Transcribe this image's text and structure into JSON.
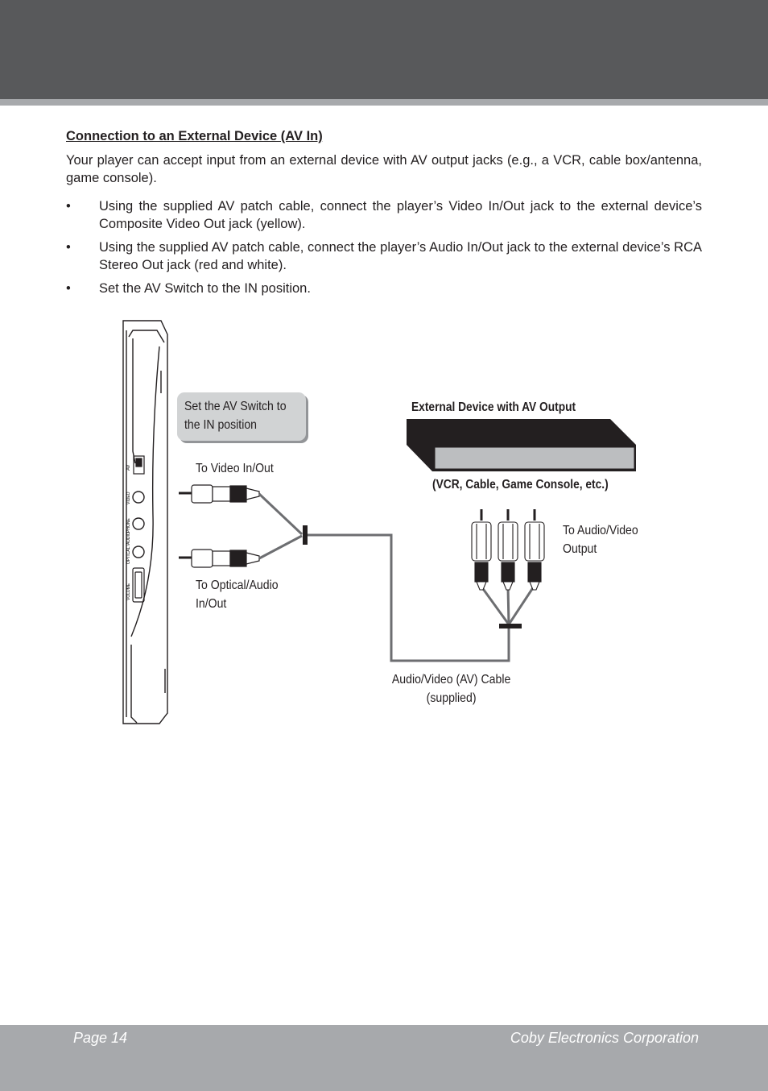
{
  "section": {
    "heading": "Connection to an External Device (AV In)",
    "intro": "Your player can accept input from an external device with AV output jacks (e.g., a VCR, cable box/antenna, game console).",
    "bullets": [
      "Using the supplied AV patch cable, connect the player’s Video In/Out jack to the external device’s Composite Video Out jack (yellow).",
      "Using the supplied AV patch cable, connect the player’s Audio In/Out jack to the external device’s RCA Stereo Out jack (red and white).",
      "Set the AV Switch to the IN position."
    ],
    "bullet_symbol": "•"
  },
  "diagram": {
    "callout": "Set the AV Switch to the IN position",
    "to_video": "To Video In/Out",
    "to_optical": "To Optical/Audio In/Out",
    "device_title": "External Device with AV Output",
    "device_examples": "(VCR, Cable, Game Console, etc.)",
    "to_av_output": "To Audio/Video Output",
    "cable_label": "Audio/Video (AV) Cable (supplied)",
    "player_ports": [
      "AV",
      "VIDEO",
      "PHONE",
      "OPTICAL /AUDIO",
      "VOLUME"
    ]
  },
  "footer": {
    "page": "Page 14",
    "company": "Coby Electronics Corporation"
  },
  "colors": {
    "top_band": "#58595b",
    "stripe": "#a7a9ac",
    "callout_fill": "#d1d3d4",
    "device_fill": "#231f20"
  }
}
